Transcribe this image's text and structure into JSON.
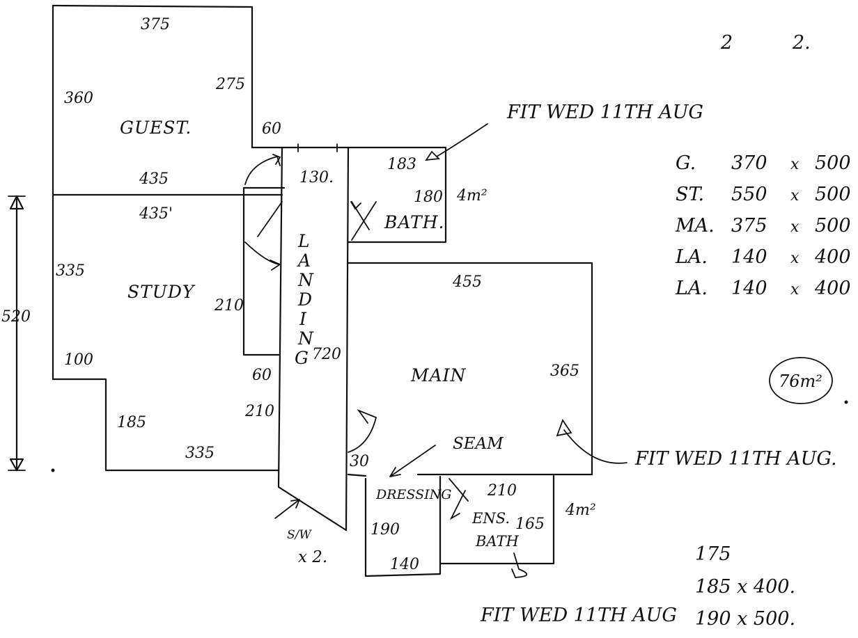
{
  "page_marks": {
    "left": "2",
    "right": "2."
  },
  "rooms": {
    "guest": "GUEST.",
    "study": "STUDY",
    "landing": [
      "L",
      "A",
      "N",
      "D",
      "I",
      "N",
      "G"
    ],
    "bath": "BATH.",
    "main": "MAIN",
    "dressing": "DRESSING",
    "ens": "ENS.",
    "ens_bath": "BATH"
  },
  "dimensions": {
    "guest_top": "375",
    "guest_left": "360",
    "guest_right": "275",
    "guest_step": "60",
    "guest_bottom": "435",
    "study_top": "435'",
    "study_left": "335",
    "study_closet": "210",
    "study_100": "100",
    "study_60": "60",
    "study_210b": "210",
    "study_185": "185",
    "study_bottom": "335",
    "overall_height": "520",
    "landing_top": "130.",
    "landing_len": "720",
    "bath_top": "183",
    "bath_side": "180",
    "bath_area": "4m²",
    "main_top": "455",
    "main_side": "365",
    "door_30": "30",
    "ens_top": "210",
    "ens_side": "165",
    "ens_area": "4m²",
    "dress_side": "190",
    "dress_bottom": "140"
  },
  "notes": {
    "fit_top": "FIT WED 11TH AUG",
    "fit_main": "FIT WED 11TH AUG.",
    "fit_bottom": "FIT WED 11TH AUG",
    "seam": "SEAM",
    "sw": "S/W",
    "sw_qty": "x 2.",
    "total_area": "76m²"
  },
  "table": [
    {
      "room": "G.",
      "w": "370",
      "x": "x",
      "h": "500"
    },
    {
      "room": "ST.",
      "w": "550",
      "x": "x",
      "h": "500"
    },
    {
      "room": "MA.",
      "w": "375",
      "x": "x",
      "h": "500"
    },
    {
      "room": "LA.",
      "w": "140",
      "x": "x",
      "h": "400"
    },
    {
      "room": "LA.",
      "w": "140",
      "x": "x",
      "h": "400"
    }
  ],
  "bottom_list": [
    {
      "text": "175"
    },
    {
      "text": "185 x 400."
    },
    {
      "text": "190 x 500."
    }
  ]
}
